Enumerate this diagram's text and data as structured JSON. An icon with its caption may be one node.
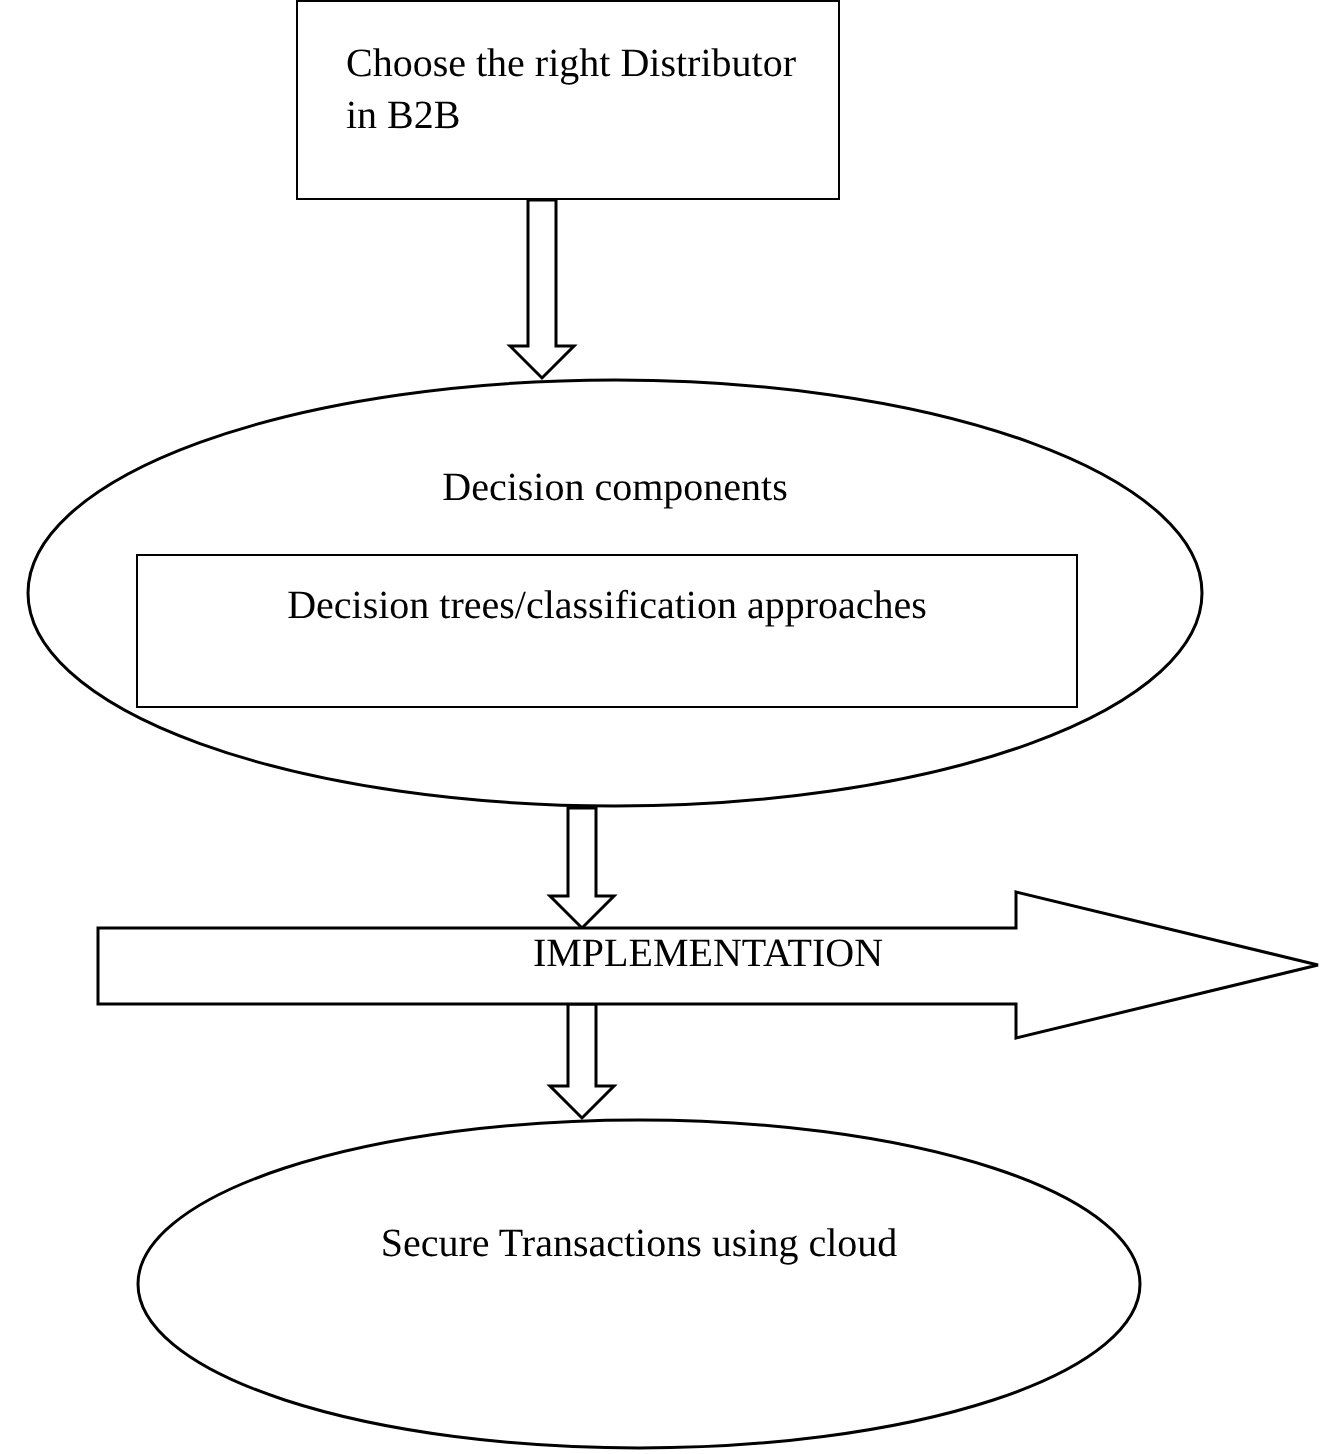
{
  "diagram": {
    "nodes": [
      {
        "text": [
          "Choose the right Distributor in B2B"
        ]
      },
      {
        "text": [
          "Decision components"
        ]
      },
      {
        "text": [
          "Decision trees/classification approaches"
        ],
        "in": 1
      },
      {
        "text": [
          "IMPLEMENTATION"
        ]
      },
      {
        "text": [
          "Secure Transactions using cloud"
        ]
      }
    ],
    "edges": [
      {
        "from": 0,
        "to": 1,
        "arrow": "to"
      },
      {
        "from": 1,
        "to": 3,
        "arrow": "to"
      },
      {
        "from": 3,
        "to": 4,
        "arrow": "to"
      }
    ]
  }
}
